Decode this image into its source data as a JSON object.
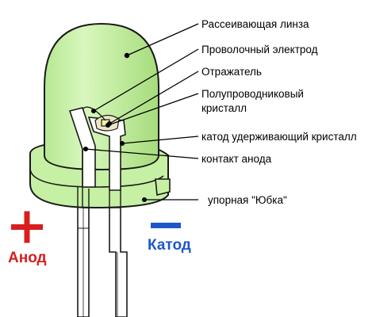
{
  "colors": {
    "lens_fill": "#c6f0a3",
    "lens_shadow": "#a9e07f",
    "outline": "#1a1a1a",
    "anode": "#d81e1e",
    "cathode": "#1f57c6"
  },
  "callouts": {
    "lens": "Рассеивающая линза",
    "wire": "Проволочный  электрод",
    "reflector": "Отражатель",
    "crystal_line1": "Полупроводниковый",
    "crystal_line2": "кристалл",
    "cathode_holder": "катод удерживающий кристалл",
    "anode_contact": "контакт анода",
    "flange": "упорная \"Юбка\""
  },
  "terminals": {
    "anode_sign": "+",
    "anode_label": "Анод",
    "cathode_sign": "−",
    "cathode_label": "Катод"
  }
}
